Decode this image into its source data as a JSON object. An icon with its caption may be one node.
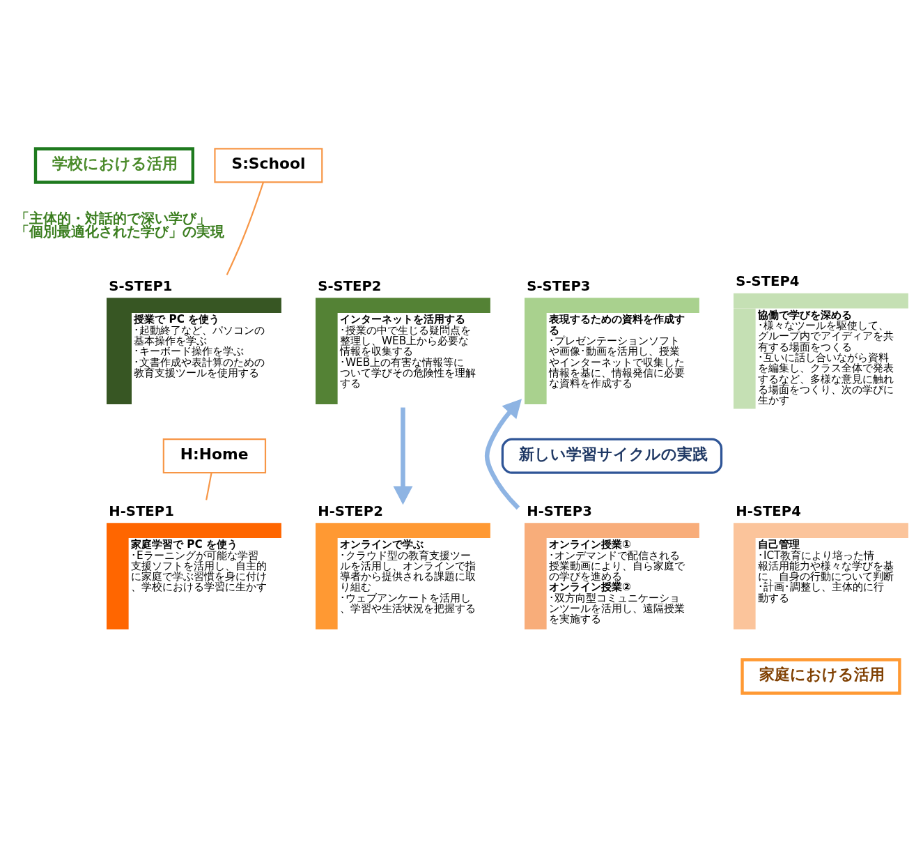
{
  "diagram": {
    "nodes": [
      {
        "text": [
          "学校における活用"
        ]
      },
      {
        "text": [
          "S:School"
        ]
      },
      {
        "text": [
          "S-STEP1",
          "授業で PC を使う",
          "･起動終了など、パソコンの基本操作を学ぶ",
          "･キーボード操作を学ぶ",
          "･文書作成や表計算のための教育支援ツールを使用する"
        ]
      },
      {
        "text": [
          "S-STEP2",
          "インターネットを活用する",
          "･授業の中で生じる疑問点を整理し、WEB上から必要な情報を収集する",
          "･WEB上の有害な情報等について学びその危険性を理解する"
        ]
      },
      {
        "text": [
          "S-STEP3",
          "表現するための資料を作成する",
          "･プレゼンテーションソフトや画像･動画を活用し、授業やインターネットで収集した情報を基に、情報発信に必要な資料を作成する"
        ]
      },
      {
        "text": [
          "S-STEP4",
          "協働で学びを深める",
          "･様々なツールを駆使して、グループ内でアイディアを共有する場面をつくる",
          "･互いに話し合いながら資料を編集し、クラス全体で発表するなど、多様な意見に触れる場面をつくり、次の学びに生かす"
        ]
      },
      {
        "text": [
          "新しい学習サイクルの実践"
        ]
      },
      {
        "text": [
          "H:Home"
        ]
      },
      {
        "text": [
          "H-STEP1",
          "家庭学習で PC を使う",
          "･Eラーニングが可能な学習支援ソフトを活用し、自主的に家庭で学ぶ習慣を身に付け、学校における学習に生かす"
        ]
      },
      {
        "text": [
          "H-STEP2",
          "オンラインで学ぶ",
          "･クラウド型の教育支援ツールを活用し、オンラインで指導者から提供される課題に取り組む",
          "･ウェブアンケートを活用し、学習や生活状況を把握する"
        ]
      },
      {
        "text": [
          "H-STEP3",
          "オンライン授業①",
          "･オンデマンドで配信される授業動画により、自ら家庭での学びを進める",
          "オンライン授業②",
          "･双方向型コミュニケーションツールを活用し、遠隔授業を実施する"
        ]
      },
      {
        "text": [
          "H-STEP4",
          "自己管理",
          "･ICT教育により培った情報活用能力や様々な学びを基に、自身の行動について判断･計画･調整し、主体的に行動する"
        ]
      },
      {
        "text": [
          "家庭における活用"
        ]
      }
    ],
    "edges": [
      {
        "from": 1,
        "to": 2,
        "arrow": "none",
        "color": "#f79646"
      },
      {
        "from": 3,
        "to": 9,
        "arrow": "to",
        "style": "thick",
        "color": "#8eb4e3"
      },
      {
        "from": 7,
        "to": 8,
        "arrow": "none",
        "color": "#f79646"
      },
      {
        "from": 10,
        "to": 4,
        "arrow": "to",
        "style": "thick",
        "color": "#8eb4e3"
      }
    ],
    "labels": [
      "「主体的・対話的で深い学び」",
      "「個別最適化された学び」の実現"
    ]
  }
}
